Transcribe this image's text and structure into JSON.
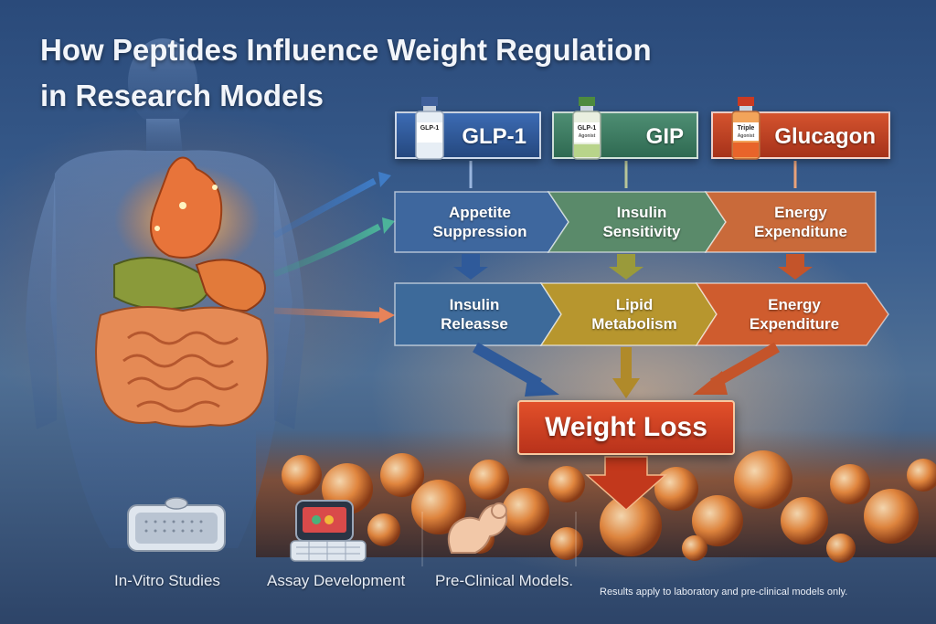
{
  "title": {
    "line1": "How Peptides Influence Weight Regulation",
    "line2": "in Research Models"
  },
  "peptides": [
    {
      "name": "GLP-1",
      "vial_label": "GLP-1",
      "vial_sub": "",
      "color": "#2f5aa0"
    },
    {
      "name": "GIP",
      "vial_label": "GLP-1",
      "vial_sub": "Agonist",
      "color": "#3f7e63"
    },
    {
      "name": "Glucagon",
      "vial_label": "Triple",
      "vial_sub": "Agonist",
      "color": "#c4442a"
    }
  ],
  "effects_row1": [
    {
      "line1": "Appetite",
      "line2": "Suppression"
    },
    {
      "line1": "Insulin",
      "line2": "Sensitivity"
    },
    {
      "line1": "Energy",
      "line2": "Expenditune"
    }
  ],
  "effects_row2": [
    {
      "line1": "Insulin",
      "line2": "Releasse"
    },
    {
      "line1": "Lipid",
      "line2": "Metabolism"
    },
    {
      "line1": "Energy",
      "line2": "Expenditure"
    }
  ],
  "outcome": "Weight Loss",
  "applications": [
    {
      "label": "In-Vitro Studies",
      "icon": "scale-icon"
    },
    {
      "label": "Assay Development",
      "icon": "lab-device-icon"
    },
    {
      "label": "Pre-Clinical Models.",
      "icon": "flexed-arm-icon"
    }
  ],
  "disclaimer": "Results apply to laboratory and pre-clinical models only.",
  "colors": {
    "blue": "#2f5aa0",
    "green": "#4f8a5a",
    "orange": "#d2692a",
    "red": "#c4442a"
  }
}
